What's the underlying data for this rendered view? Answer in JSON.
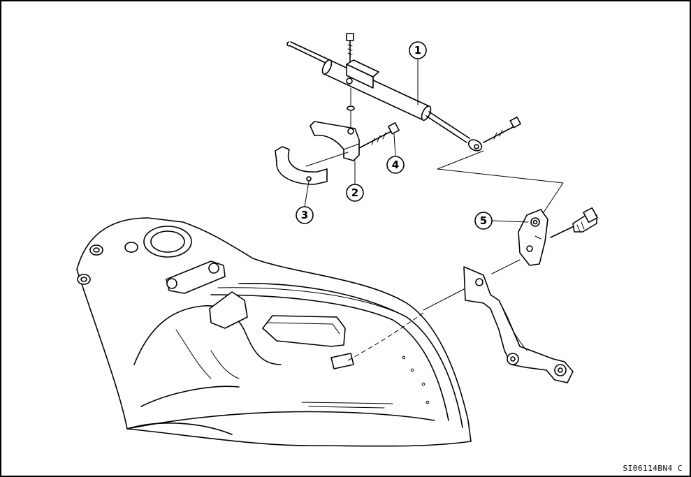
{
  "figure_code": "SI06114BN4 C",
  "callouts": [
    {
      "id": "1",
      "label": "1"
    },
    {
      "id": "2",
      "label": "2"
    },
    {
      "id": "3",
      "label": "3"
    },
    {
      "id": "4",
      "label": "4"
    },
    {
      "id": "5",
      "label": "5"
    }
  ]
}
